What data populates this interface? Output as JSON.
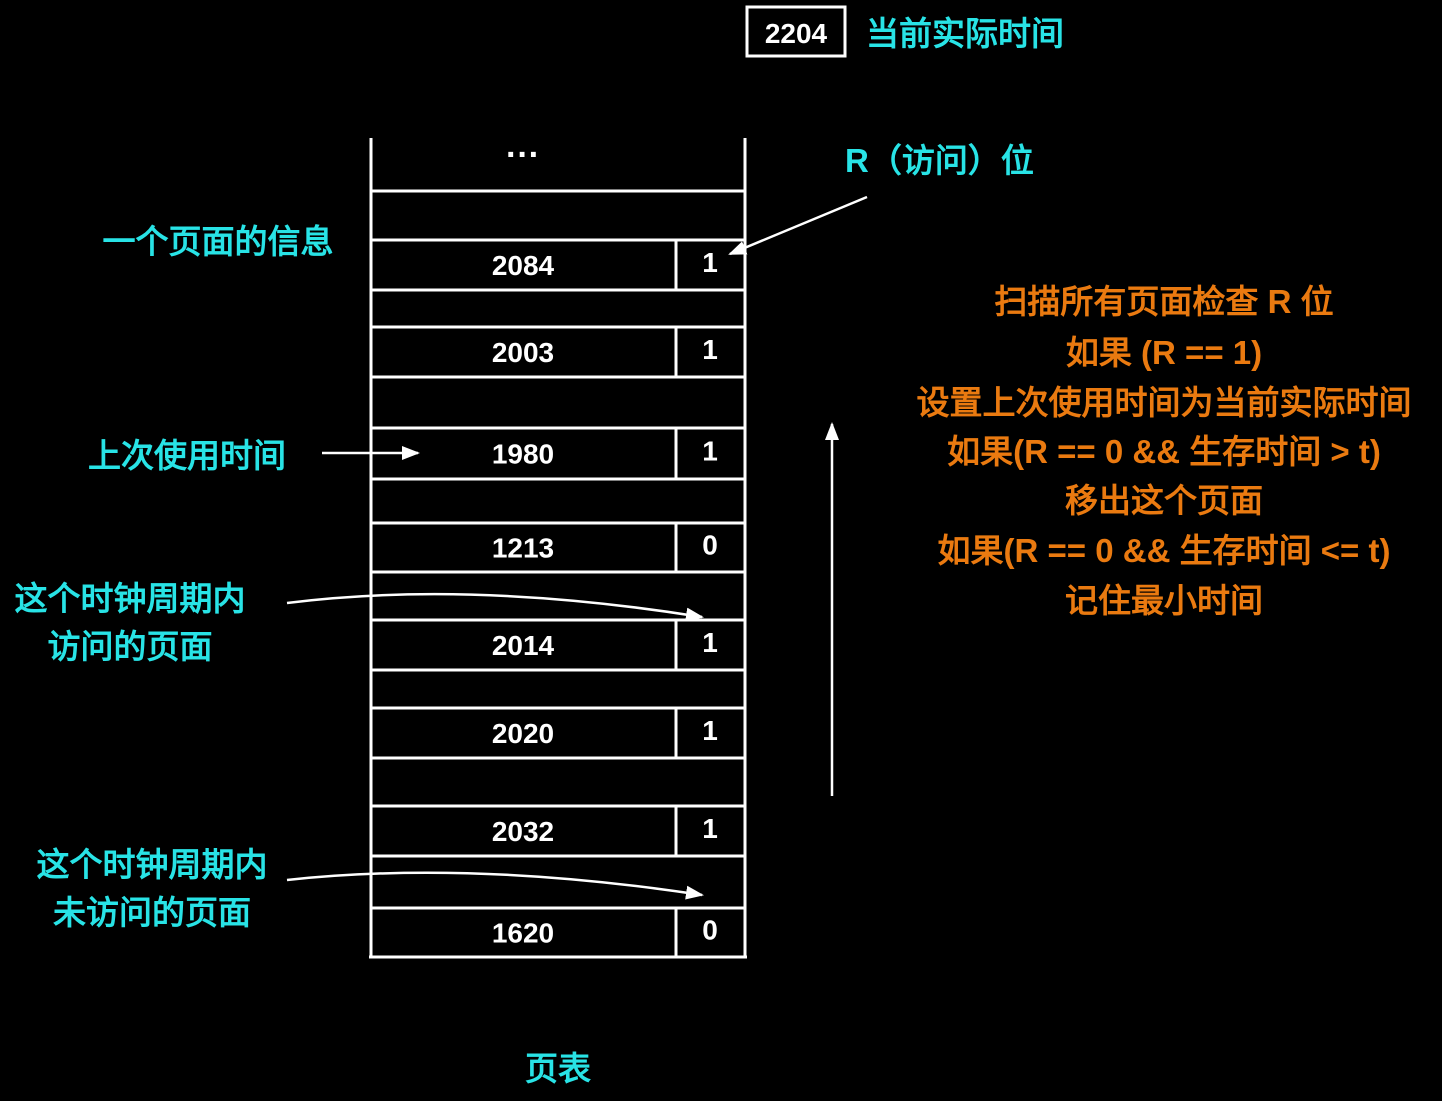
{
  "current_time": {
    "value": "2204",
    "label": "当前实际时间"
  },
  "r_bit_label": "R（访问）位",
  "page_info_label": "一个页面的信息",
  "last_used_label": "上次使用时间",
  "accessed_label": [
    "这个时钟周期内",
    "访问的页面"
  ],
  "not_accessed_label": [
    "这个时钟周期内",
    "未访问的页面"
  ],
  "table": {
    "ellipsis": "···",
    "caption": "页表",
    "entries": [
      {
        "time": "2084",
        "r": "1"
      },
      {
        "time": "2003",
        "r": "1"
      },
      {
        "time": "1980",
        "r": "1"
      },
      {
        "time": "1213",
        "r": "0"
      },
      {
        "time": "2014",
        "r": "1"
      },
      {
        "time": "2020",
        "r": "1"
      },
      {
        "time": "2032",
        "r": "1"
      },
      {
        "time": "1620",
        "r": "0"
      }
    ]
  },
  "algorithm": [
    "扫描所有页面检查 R 位",
    "如果 (R == 1)",
    "设置上次使用时间为当前实际时间",
    "如果(R == 0 && 生存时间 > t)",
    "移出这个页面",
    "如果(R == 0 && 生存时间 <= t)",
    "记住最小时间"
  ],
  "colors": {
    "cyan": "#28e3e6",
    "orange": "#ea7a10",
    "line": "#ffffff"
  }
}
